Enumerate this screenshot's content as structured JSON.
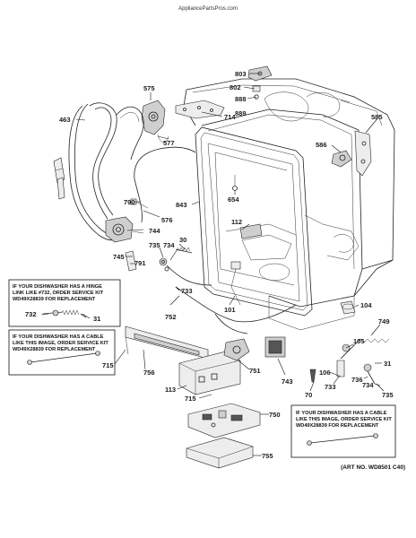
{
  "watermark": "AppliancePartsPros.com",
  "art_number": "(ART NO. WD8501 C40)",
  "parts": {
    "p803": "803",
    "p802": "802",
    "p888": "888",
    "p889": "889",
    "p714": "714",
    "p575": "575",
    "p463": "463",
    "p577": "577",
    "p585": "585",
    "p586": "586",
    "p654": "654",
    "p843": "843",
    "p790": "790",
    "p576": "576",
    "p744": "744",
    "p112": "112",
    "p735": "735",
    "p734a": "734",
    "p30": "30",
    "p745": "745",
    "p791": "791",
    "p733a": "733",
    "p752": "752",
    "p101": "101",
    "p104": "104",
    "p732": "732",
    "p31a": "31",
    "p749": "749",
    "p105": "105",
    "p715a": "715",
    "p756": "756",
    "p751": "751",
    "p743": "743",
    "p106": "106",
    "p31b": "31",
    "p736": "736",
    "p734b": "734",
    "p733b": "733",
    "p70": "70",
    "p735b": "735",
    "p113": "113",
    "p715b": "715",
    "p750": "750",
    "p755": "755"
  },
  "notes": {
    "hinge_link": [
      "IF YOUR DISHWASHER HAS A HINGE",
      "LINK LIKE #732, ORDER SERVICE KIT",
      "WD49X28839 FOR REPLACEMENT"
    ],
    "cable_left": [
      "IF YOUR DISHWASHER HAS A CABLE",
      "LIKE THIS IMAGE, ORDER SERVICE KIT",
      "WD49X28839 FOR REPLACEMENT"
    ],
    "cable_right": [
      "IF YOUR DISHWASHER HAS A CABLE",
      "LIKE THIS IMAGE, ORDER SERVICE KIT",
      "WD49X28839 FOR REPLACEMENT"
    ]
  }
}
